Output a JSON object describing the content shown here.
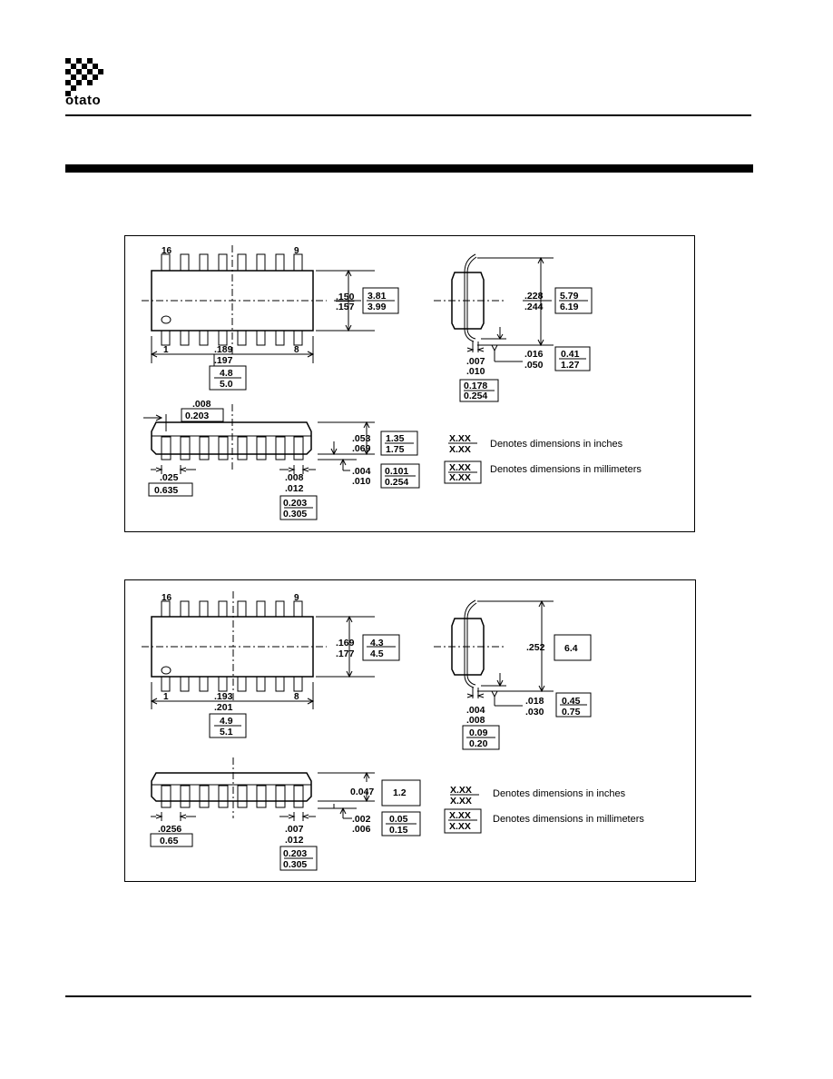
{
  "header": {
    "logo_text": "otato"
  },
  "packages": [
    {
      "top_view": {
        "pin_top_left": "16",
        "pin_top_right": "9",
        "pin_bottom_left": "1",
        "pin_bottom_right": "8",
        "width_in": [
          ".150",
          ".157"
        ],
        "width_mm": [
          "3.81",
          "3.99"
        ],
        "length_in": [
          ".189",
          ".197"
        ],
        "length_mm": [
          "4.8",
          "5.0"
        ]
      },
      "end_view": {
        "height_in": [
          ".228",
          ".244"
        ],
        "height_mm": [
          "5.79",
          "6.19"
        ],
        "lead_thk_in": [
          ".007",
          ".010"
        ],
        "lead_thk_mm": [
          "0.178",
          "0.254"
        ],
        "foot_in": [
          ".016",
          ".050"
        ],
        "foot_mm": [
          "0.41",
          "1.27"
        ]
      },
      "side_view": {
        "shoulder_in": ".008",
        "shoulder_mm": "0.203",
        "pitch_in": ".025",
        "pitch_mm": "0.635",
        "lead_w_in": [
          ".008",
          ".012"
        ],
        "lead_w_mm": [
          "0.203",
          "0.305"
        ],
        "body_h_in": [
          ".053",
          ".069"
        ],
        "body_h_mm": [
          "1.35",
          "1.75"
        ],
        "standoff_in": [
          ".004",
          ".010"
        ],
        "standoff_mm": [
          "0.101",
          "0.254"
        ]
      },
      "legend": {
        "sample": [
          "X.XX",
          "X.XX"
        ],
        "inches_label": "Denotes dimensions in inches",
        "mm_label": "Denotes dimensions in millimeters"
      }
    },
    {
      "top_view": {
        "pin_top_left": "16",
        "pin_top_right": "9",
        "pin_bottom_left": "1",
        "pin_bottom_right": "8",
        "width_in": [
          ".169",
          ".177"
        ],
        "width_mm": [
          "4.3",
          "4.5"
        ],
        "length_in": [
          ".193",
          ".201"
        ],
        "length_mm": [
          "4.9",
          "5.1"
        ]
      },
      "end_view": {
        "height_in": [
          ".252",
          ""
        ],
        "height_mm": [
          "6.4",
          ""
        ],
        "lead_thk_in": [
          ".004",
          ".008"
        ],
        "lead_thk_mm": [
          "0.09",
          "0.20"
        ],
        "foot_in": [
          ".018",
          ".030"
        ],
        "foot_mm": [
          "0.45",
          "0.75"
        ]
      },
      "side_view": {
        "shoulder_in": "",
        "shoulder_mm": "",
        "pitch_in": ".0256",
        "pitch_mm": "0.65",
        "lead_w_in": [
          ".007",
          ".012"
        ],
        "lead_w_mm": [
          "0.203",
          "0.305"
        ],
        "body_h_in": [
          "0.047",
          ""
        ],
        "body_h_mm": [
          "1.2",
          ""
        ],
        "standoff_in": [
          ".002",
          ".006"
        ],
        "standoff_mm": [
          "0.05",
          "0.15"
        ]
      },
      "legend": {
        "sample": [
          "X.XX",
          "X.XX"
        ],
        "inches_label": "Denotes dimensions in inches",
        "mm_label": "Denotes dimensions in millimeters"
      }
    }
  ]
}
